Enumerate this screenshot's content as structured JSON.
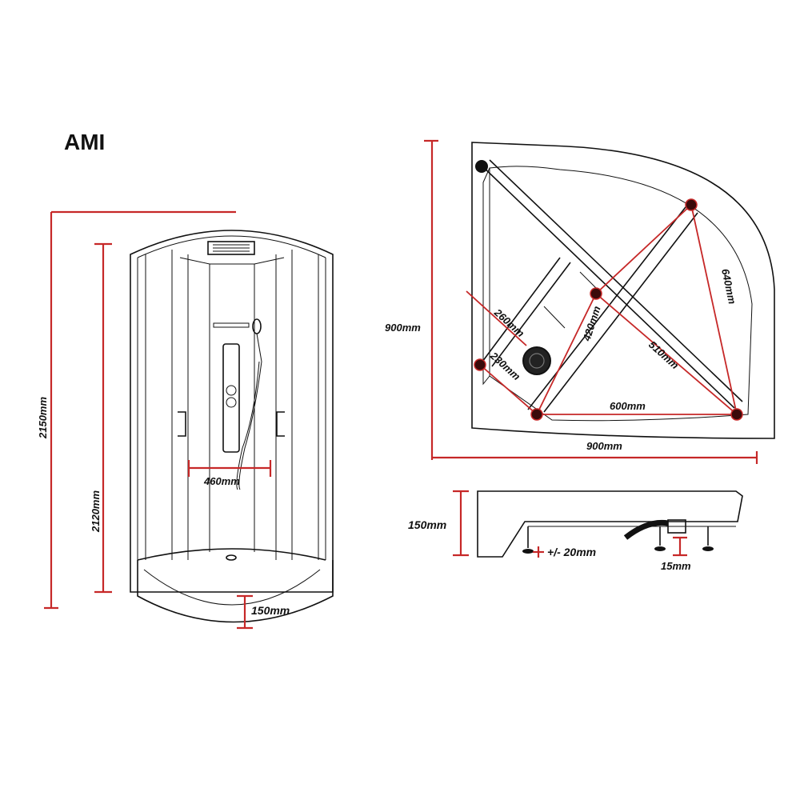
{
  "title": "AMI",
  "front_view": {
    "total_height": "2150mm",
    "cabin_height": "2120mm",
    "width_label": "460mm",
    "tray_height": "150mm"
  },
  "top_view": {
    "depth": "900mm",
    "width": "900mm",
    "dims": {
      "d260": "260mm",
      "d230": "230mm",
      "d420": "420mm",
      "d510": "510mm",
      "d640": "640mm",
      "d600": "600mm"
    }
  },
  "side_view": {
    "tray_height": "150mm",
    "adjust": "+/- 20mm",
    "foot": "15mm"
  },
  "colors": {
    "dimension_line": "#c62828",
    "outline": "#111111"
  }
}
